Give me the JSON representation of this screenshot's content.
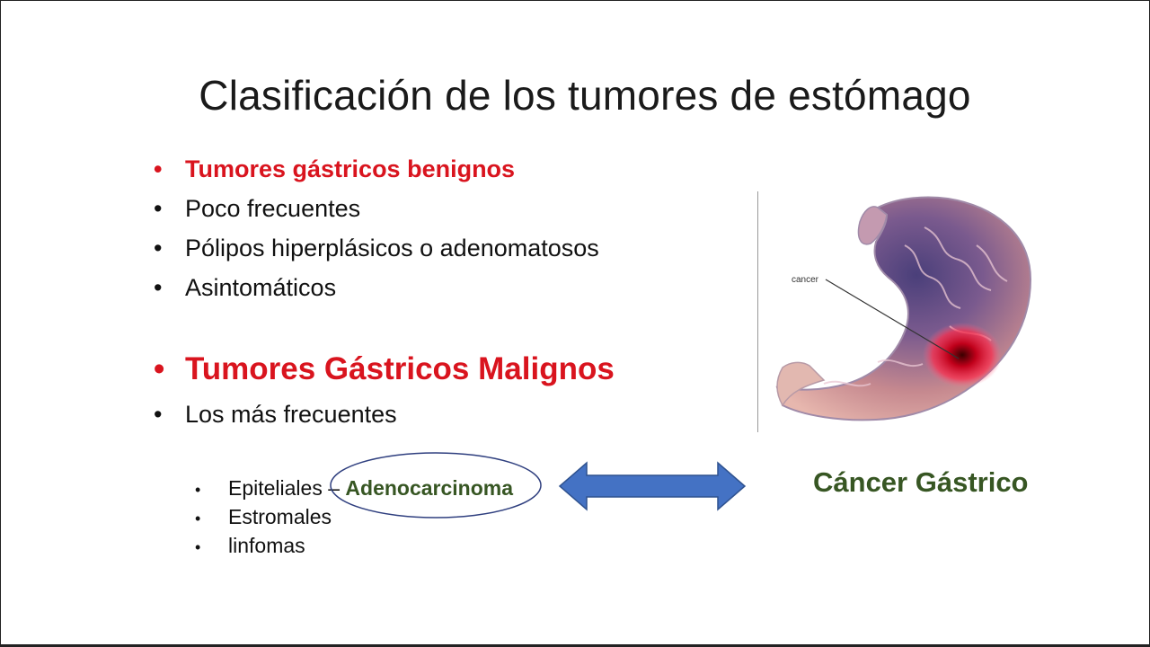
{
  "slide": {
    "title": "Clasificación de los tumores de estómago",
    "benign_heading": "Tumores gástricos benignos",
    "benign_items": [
      "Poco frecuentes",
      "Pólipos hiperplásicos o adenomatosos",
      "Asintomáticos"
    ],
    "malignant_heading": "Tumores Gástricos Malignos",
    "malignant_item": "Los más frecuentes",
    "sub_items": {
      "epithelial_label": "Epiteliales –",
      "epithelial_highlight": "Adenocarcinoma",
      "stromal": "Estromales",
      "lymphoma": "linfomas"
    },
    "result_label": "Cáncer Gástrico",
    "figure_label": "cancer"
  },
  "colors": {
    "heading_red": "#d9141e",
    "highlight_green": "#375623",
    "arrow_blue": "#4472c4",
    "ellipse_navy": "#2f3f7f"
  }
}
